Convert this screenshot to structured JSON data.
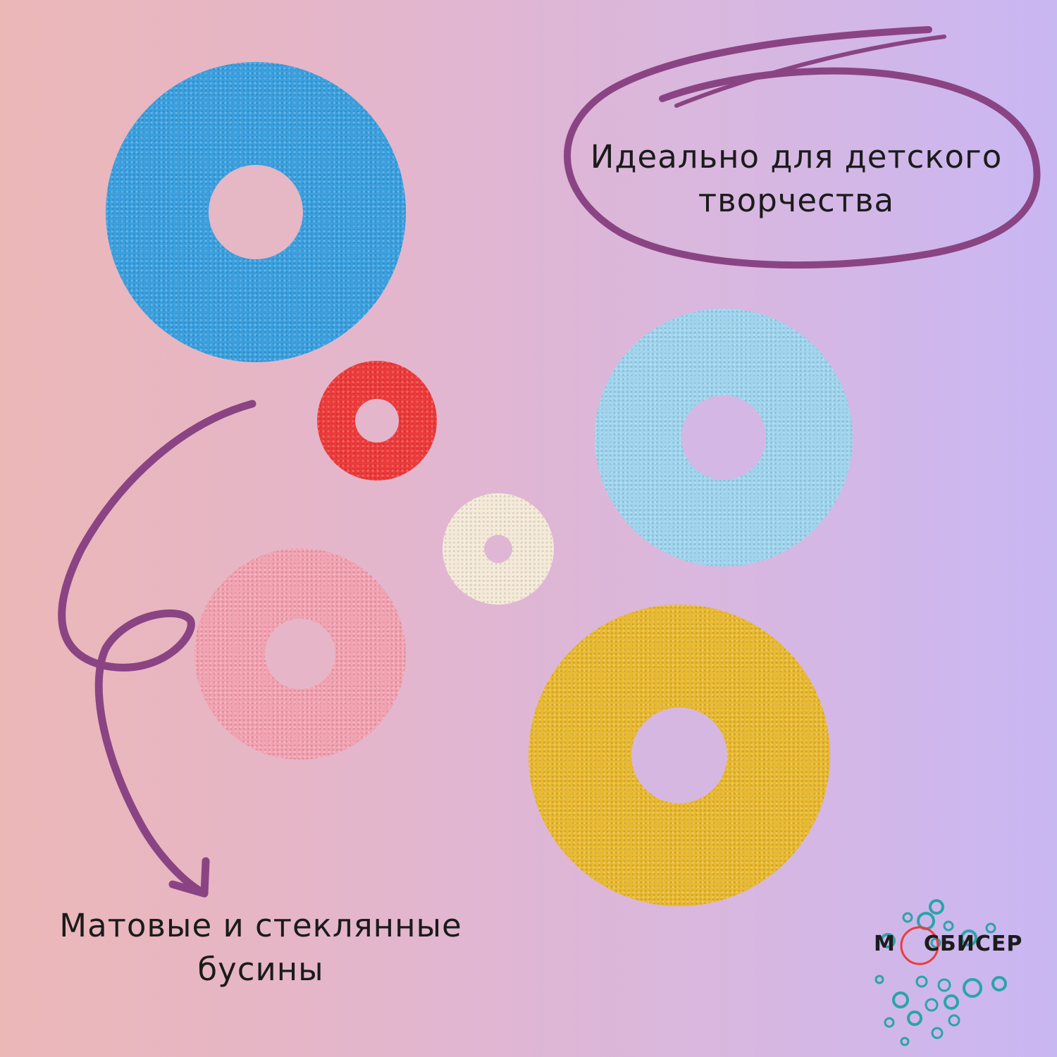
{
  "headline_top": {
    "line1": "Идеально для детского",
    "line2": "творчества"
  },
  "headline_bottom": {
    "line1": "Матовые и стеклянные",
    "line2": "бусины"
  },
  "logo": {
    "text_before": "М",
    "text_after": "СБИСЕР"
  },
  "colors": {
    "accent": "#8a4484",
    "logo_circle": "#2aa4a8",
    "ring_blue": "#3aa0e0",
    "ring_red": "#ef3a3a",
    "ring_light_blue": "#9fd5ef",
    "ring_cream": "#f5ead8",
    "ring_pink": "#f4a2b2",
    "ring_yellow": "#e9b92f"
  }
}
